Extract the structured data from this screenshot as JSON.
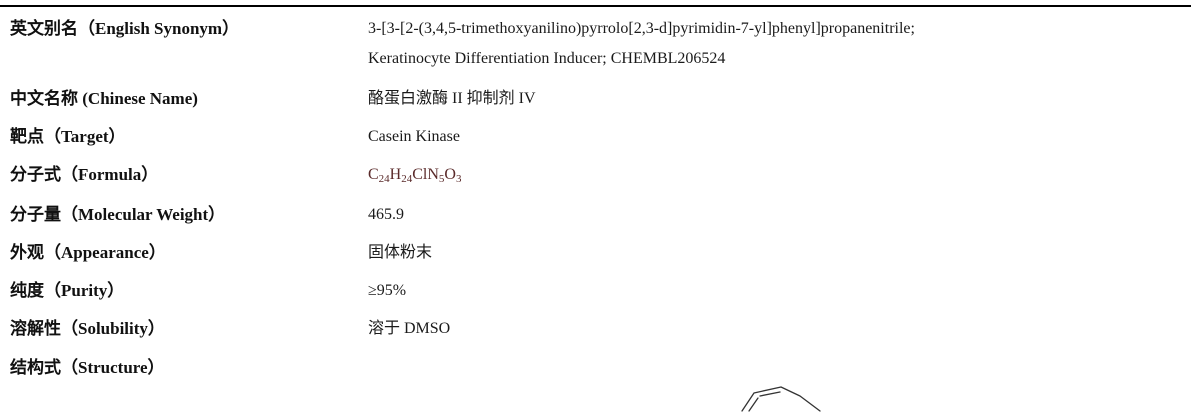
{
  "rows": {
    "synonym": {
      "label": "英文别名（English Synonym）",
      "value_line1": "3-[3-[2-(3,4,5-trimethoxyanilino)pyrrolo[2,3-d]pyrimidin-7-yl]phenyl]propanenitrile;",
      "value_line2": "Keratinocyte Differentiation Inducer; CHEMBL206524"
    },
    "chinese_name": {
      "label": "中文名称 (Chinese Name)",
      "value": "酪蛋白激酶 II 抑制剂 IV"
    },
    "target": {
      "label": "靶点（Target）",
      "value": "Casein Kinase"
    },
    "formula": {
      "label": "分子式（Formula）",
      "parts": [
        {
          "text": "C",
          "sub": "24"
        },
        {
          "text": "H",
          "sub": "24"
        },
        {
          "text": "ClN",
          "sub": "5"
        },
        {
          "text": "O",
          "sub": "3"
        }
      ],
      "color": "#5a2a2a"
    },
    "mw": {
      "label": "分子量（Molecular Weight）",
      "value": "465.9"
    },
    "appearance": {
      "label": "外观（Appearance）",
      "value": "固体粉末"
    },
    "purity": {
      "label": "纯度（Purity）",
      "value": "≥95%"
    },
    "solubility": {
      "label": "溶解性（Solubility）",
      "value": "溶于 DMSO"
    },
    "structure": {
      "label": "结构式（Structure）",
      "drawing": "partial-ring-structure"
    }
  }
}
